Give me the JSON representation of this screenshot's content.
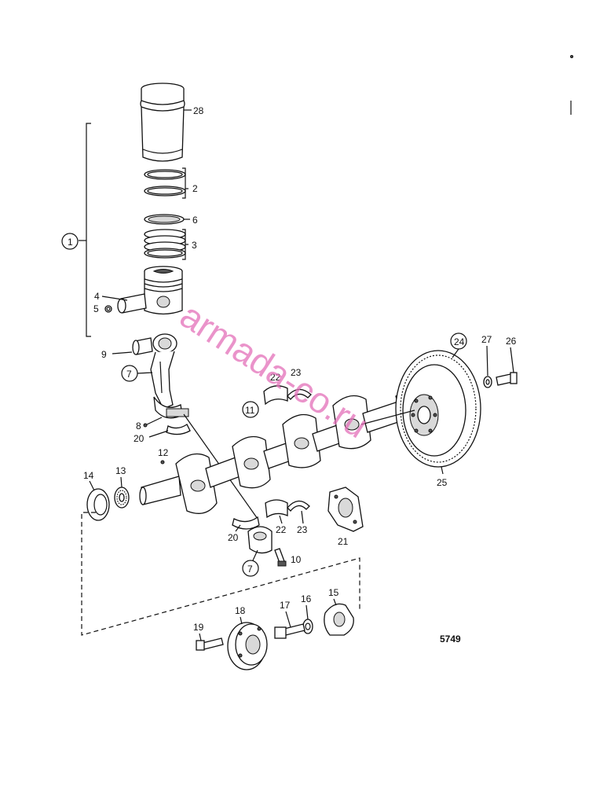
{
  "drawing_number": "5749",
  "watermark": "armada-co.ru",
  "callouts": {
    "c1": "1",
    "c2": "2",
    "c3": "3",
    "c4": "4",
    "c5": "5",
    "c6": "6",
    "c7a": "7",
    "c7b": "7",
    "c8": "8",
    "c9": "9",
    "c10": "10",
    "c11": "11",
    "c12": "12",
    "c13": "13",
    "c14": "14",
    "c15": "15",
    "c16": "16",
    "c17": "17",
    "c18": "18",
    "c19": "19",
    "c20a": "20",
    "c20b": "20",
    "c21": "21",
    "c22a": "22",
    "c22b": "22",
    "c23a": "23",
    "c23b": "23",
    "c24": "24",
    "c25": "25",
    "c26": "26",
    "c27": "27",
    "c28": "28"
  }
}
